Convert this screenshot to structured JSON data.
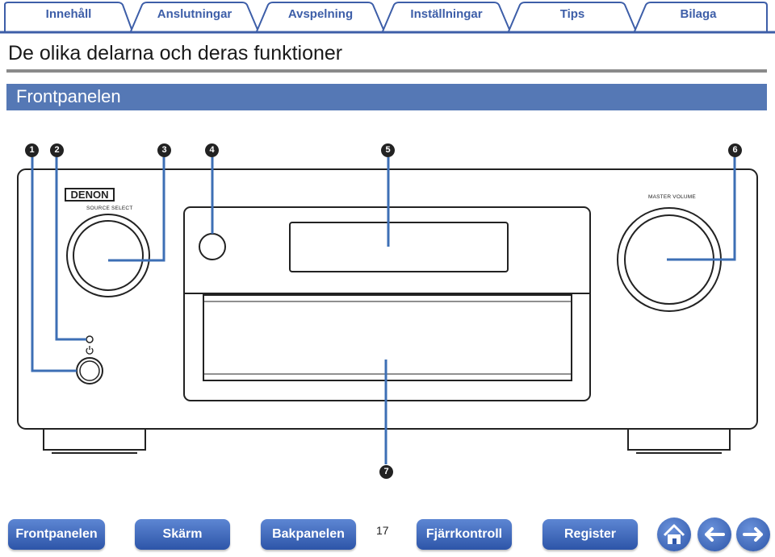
{
  "top_tabs": [
    {
      "label": "Innehåll"
    },
    {
      "label": "Anslutningar"
    },
    {
      "label": "Avspelning"
    },
    {
      "label": "Inställningar"
    },
    {
      "label": "Tips"
    },
    {
      "label": "Bilaga"
    }
  ],
  "page_title": "De olika delarna och deras funktioner",
  "section_title": "Frontpanelen",
  "device": {
    "brand": "DENON",
    "source_select_label": "SOURCE SELECT",
    "master_volume_label": "MASTER VOLUME",
    "power_symbol": "⏻"
  },
  "callouts": [
    "1",
    "2",
    "3",
    "4",
    "5",
    "6",
    "7"
  ],
  "bottom_nav": {
    "buttons": [
      {
        "label": "Frontpanelen"
      },
      {
        "label": "Skärm"
      },
      {
        "label": "Bakpanelen"
      },
      {
        "label": "Fjärrkontroll"
      },
      {
        "label": "Register"
      }
    ],
    "page_number": "17"
  },
  "colors": {
    "accent_blue": "#3d5ea8",
    "section_bar": "#5578b5",
    "callout_line": "#3d6fb5"
  },
  "icons": [
    "home-icon",
    "back-arrow-icon",
    "forward-arrow-icon"
  ]
}
